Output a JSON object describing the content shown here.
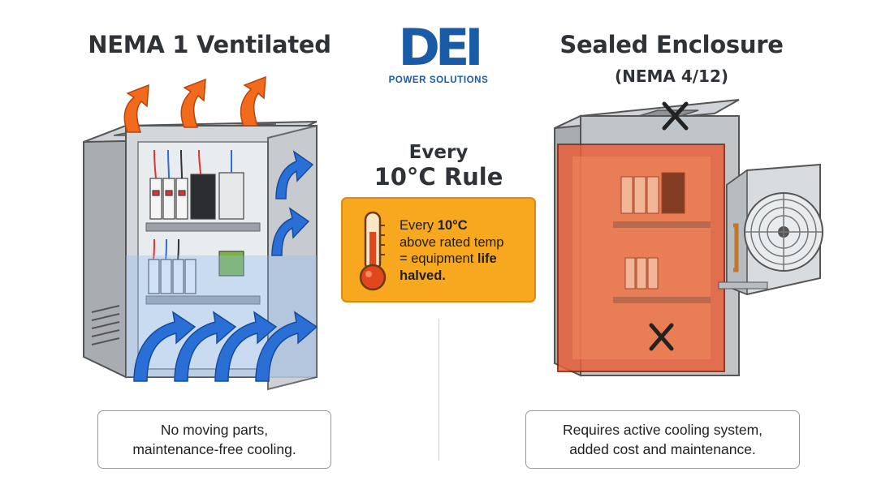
{
  "left": {
    "title": "NEMA 1 Ventilated",
    "caption_line1": "No moving parts,",
    "caption_line2": "maintenance-free cooling."
  },
  "right": {
    "title": "Sealed Enclosure",
    "subtitle": "(NEMA 4/12)",
    "caption_line1": "Requires active cooling system,",
    "caption_line2": "added cost and maintenance."
  },
  "logo": {
    "letters": "DEI",
    "tagline": "POWER SOLUTIONS"
  },
  "rule": {
    "heading_line1": "Every",
    "heading_line2": "10°C Rule",
    "callout_pre": "Every ",
    "callout_bold1": "10°C",
    "callout_line2": "above rated temp",
    "callout_line3_pre": "= equipment ",
    "callout_bold2": "life",
    "callout_bold3": "halved."
  },
  "colors": {
    "brand_blue": "#1a5ba8",
    "callout_orange": "#f7a81f",
    "hot_air": "#f26a1b",
    "cool_air": "#2a6fd6",
    "sealed_heat": "#e8603a"
  }
}
